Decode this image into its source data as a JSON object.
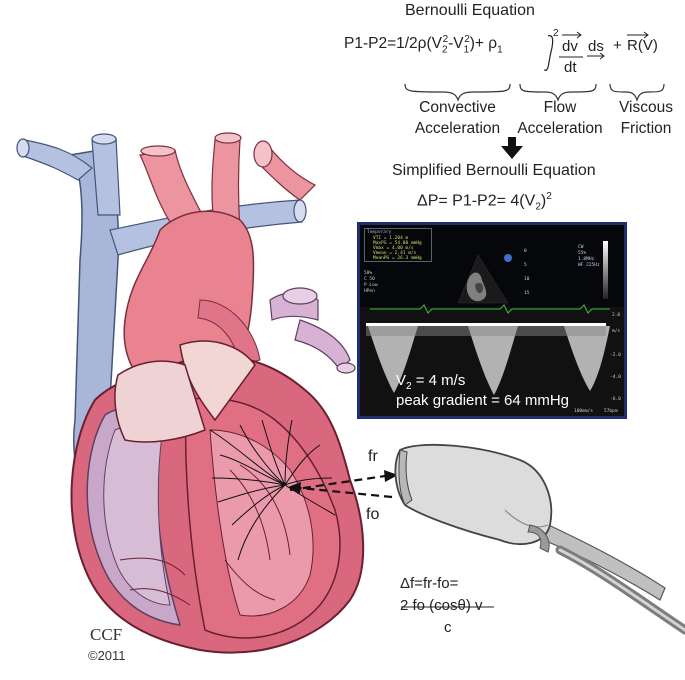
{
  "header": {
    "title": "Bernoulli Equation",
    "equation_left": "P1-P2=1/2ρ(V",
    "equation_mid": "-V",
    "equation_right": ")+ ρ",
    "exp2": "2",
    "sub2": "2",
    "sub1": "1",
    "int_upper": "2",
    "dv": "dv",
    "dt": "dt",
    "ds": "ds",
    "plus": "+",
    "rv": "R(V)"
  },
  "terms": [
    {
      "line1": "Convective",
      "line2": "Acceleration"
    },
    {
      "line1": "Flow",
      "line2": "Acceleration"
    },
    {
      "line1": "Viscous",
      "line2": "Friction"
    }
  ],
  "simplified": {
    "title": "Simplified Bernoulli Equation",
    "equation": "ΔP= P1-P2= 4(V",
    "close": ")",
    "sub": "2",
    "exp": "2"
  },
  "echo": {
    "readout_title": "Temporary",
    "readout_lines": [
      "VTI = 1.204 m",
      "MaxPG = 54.80 mmHg",
      "Vmax = 4.00 m/s",
      "Vmean = 2.41 m/s",
      "MeanPG = 26.3 mmHg"
    ],
    "left_params": [
      "58%",
      "C 50",
      "P Low",
      "HPen"
    ],
    "depth_scale": [
      "0",
      "5",
      "10",
      "15"
    ],
    "right_params": [
      "CW",
      "55%",
      "1.8MHz",
      "WF 225Hz"
    ],
    "vel_scale": [
      "2.0",
      "m/s",
      "-2.0",
      "-4.0",
      "-6.0"
    ],
    "velocity": "V",
    "velocity_sub": "2",
    "velocity_rest": "= 4 m/s",
    "gradient": "peak gradient = 64 mmHg",
    "speed": "100mm/s",
    "bpm": "57bpm"
  },
  "probe": {
    "fr": "fr",
    "fo": "fo"
  },
  "doppler": {
    "line1": "Δf=fr-fo=",
    "numerator": "2 fo (cosθ) v",
    "denominator": "c"
  },
  "credit": {
    "org": "CCF",
    "copyright": "©2011"
  },
  "colors": {
    "aorta": "#e8838f",
    "vena_cava": "#a8b6d9",
    "myocardium": "#d9687e",
    "chamber": "#c9a7c8",
    "probe": "#dcdcdc"
  }
}
